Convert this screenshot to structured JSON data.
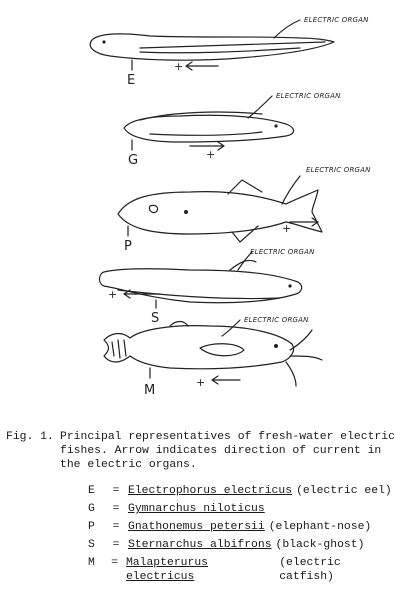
{
  "fish": [
    {
      "letter": "E",
      "organ": "ELECTRIC ORGAN"
    },
    {
      "letter": "G",
      "organ": "ELECTRIC ORGAN"
    },
    {
      "letter": "P",
      "organ": "ELECTRIC ORGAN"
    },
    {
      "letter": "S",
      "organ": "ELECTRIC ORGAN"
    },
    {
      "letter": "M",
      "organ": "ELECTRIC ORGAN"
    }
  ],
  "caption": {
    "fig": "Fig. 1.",
    "text": "Principal representatives of fresh-water electric fishes. Arrow indicates direction of current in the electric organs."
  },
  "legend": [
    {
      "key": "E",
      "eq": "=",
      "name": "Electrophorus electricus",
      "common": "(electric eel)"
    },
    {
      "key": "G",
      "eq": "=",
      "name": "Gymnarchus niloticus",
      "common": ""
    },
    {
      "key": "P",
      "eq": "=",
      "name": "Gnathonemus petersii",
      "common": "(elephant-nose)"
    },
    {
      "key": "S",
      "eq": "=",
      "name": "Sternarchus albifrons",
      "common": "(black-ghost)"
    },
    {
      "key": "M",
      "eq": "=",
      "name": "Malapterurus electricus",
      "common": "(electric catfish)"
    }
  ]
}
